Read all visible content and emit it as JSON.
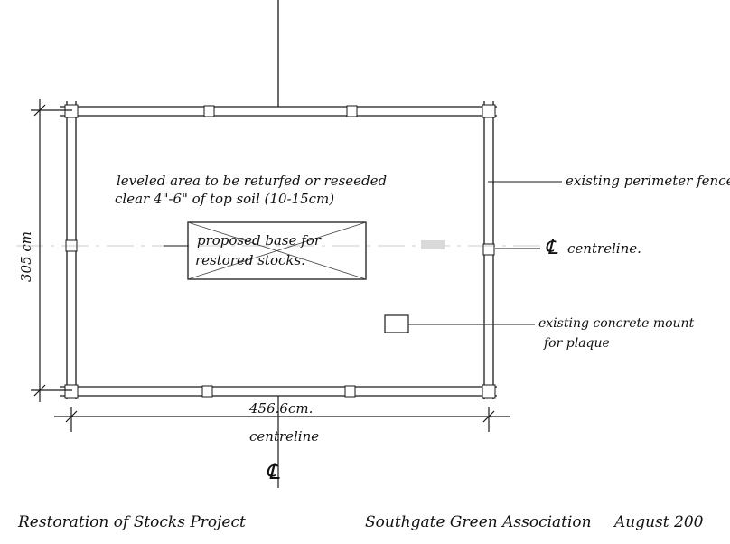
{
  "labels": {
    "area_note_line1": "leveled area to be returfed or reseeded",
    "area_note_line2": "clear 4\"-6\" of top soil (10-15cm)",
    "base_line1": "proposed base for",
    "base_line2": "restored stocks.",
    "fence": "existing perimeter fence",
    "centreline_right": "centreline.",
    "centreline_right_symbol": "℄",
    "mount_line1": "existing concrete mount",
    "mount_line2": "for plaque",
    "dim_height": "305 cm",
    "dim_width": "456.6cm.",
    "centreline_bottom": "centreline",
    "centreline_bottom_symbol": "℄"
  },
  "footer": {
    "project": "Restoration of Stocks Project",
    "association": "Southgate Green Association",
    "date": "August 200"
  },
  "colors": {
    "ink": "#1a1a1a",
    "paper": "#ffffff"
  }
}
